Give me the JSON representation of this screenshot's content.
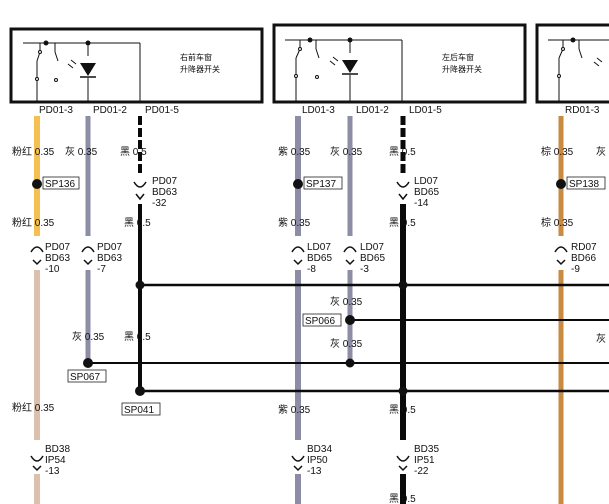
{
  "switches": [
    {
      "id": "front-right",
      "title_line1": "右前车窗",
      "title_line2": "升降器开关",
      "pins": [
        "PD01-3",
        "PD01-2",
        "PD01-5"
      ]
    },
    {
      "id": "rear-left",
      "title_line1": "左后车窗",
      "title_line2": "升降器开关",
      "pins": [
        "LD01-3",
        "LD01-2",
        "LD01-5"
      ]
    },
    {
      "id": "rear-right",
      "title_line1": "",
      "title_line2": "",
      "pins": [
        "RD01-3",
        "",
        ""
      ]
    }
  ],
  "wire_labels": [
    {
      "id": "pd3-a",
      "text": "粉红 0.35"
    },
    {
      "id": "pd2-a",
      "text": "灰 0.35"
    },
    {
      "id": "pd5-a",
      "text": "黑 0.5"
    },
    {
      "id": "pd3-b",
      "text": "粉红 0.35"
    },
    {
      "id": "pd5-b",
      "text": "黑 0.5"
    },
    {
      "id": "pd2-b",
      "text": "灰 0.35"
    },
    {
      "id": "pd5-c",
      "text": "黑 0.5"
    },
    {
      "id": "pd3-c",
      "text": "粉红 0.35"
    },
    {
      "id": "ld3-a",
      "text": "紫 0.35"
    },
    {
      "id": "ld2-a",
      "text": "灰 0.35"
    },
    {
      "id": "ld5-a",
      "text": "黑 0.5"
    },
    {
      "id": "ld3-b",
      "text": "紫 0.35"
    },
    {
      "id": "ld5-b",
      "text": "黑 0.5"
    },
    {
      "id": "ld2-b",
      "text": "灰 0.35"
    },
    {
      "id": "ld2-c",
      "text": "灰 0.35"
    },
    {
      "id": "ld3-c",
      "text": "紫 0.35"
    },
    {
      "id": "ld5-c",
      "text": "黑 0.5"
    },
    {
      "id": "ld5-d",
      "text": "黑 0.5"
    },
    {
      "id": "rd3-a",
      "text": "棕 0.35"
    },
    {
      "id": "rd2-a",
      "text": "灰"
    },
    {
      "id": "rd3-b",
      "text": "棕 0.35"
    },
    {
      "id": "right-edge",
      "text": "灰"
    }
  ],
  "connectors": [
    {
      "id": "pd07-32",
      "lines": [
        "PD07",
        "BD63",
        "-32"
      ]
    },
    {
      "id": "pd07-10",
      "lines": [
        "PD07",
        "BD63",
        "-10"
      ]
    },
    {
      "id": "pd07-7",
      "lines": [
        "PD07",
        "BD63",
        "-7"
      ]
    },
    {
      "id": "ld07-14",
      "lines": [
        "LD07",
        "BD65",
        "-14"
      ]
    },
    {
      "id": "ld07-8",
      "lines": [
        "LD07",
        "BD65",
        "-8"
      ]
    },
    {
      "id": "ld07-3",
      "lines": [
        "LD07",
        "BD65",
        "-3"
      ]
    },
    {
      "id": "rd07-9",
      "lines": [
        "RD07",
        "BD66",
        "-9"
      ]
    },
    {
      "id": "bd38",
      "lines": [
        "BD38",
        "IP54",
        "-13"
      ]
    },
    {
      "id": "bd34",
      "lines": [
        "BD34",
        "IP50",
        "-13"
      ]
    },
    {
      "id": "bd35",
      "lines": [
        "BD35",
        "IP51",
        "-22"
      ]
    }
  ],
  "splices": [
    {
      "id": "sp136",
      "label": "SP136"
    },
    {
      "id": "sp137",
      "label": "SP137"
    },
    {
      "id": "sp138",
      "label": "SP138"
    },
    {
      "id": "sp066",
      "label": "SP066"
    },
    {
      "id": "sp067",
      "label": "SP067"
    },
    {
      "id": "sp041",
      "label": "SP041"
    }
  ],
  "colors": {
    "pink_top": "#f5c052",
    "pink_bottom": "#dcbfad",
    "gray": "#8e8da6",
    "black": "#0a0a0a",
    "purple": "#8c8ca6",
    "brown": "#c98a42",
    "outline": "#111111"
  }
}
